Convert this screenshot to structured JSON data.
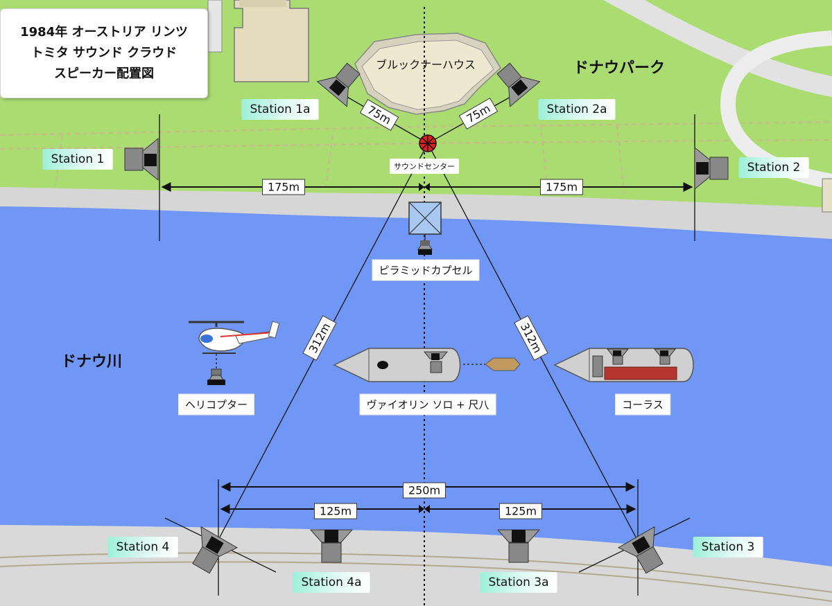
{
  "title": {
    "line1": "1984年 オーストリア リンツ",
    "line2": "トミタ サウンド クラウド",
    "line3": "スピーカー配置図"
  },
  "places": {
    "hall": "ブルックナーハウス",
    "park": "ドナウパーク",
    "river": "ドナウ川",
    "sound_center": "サウンドセンター",
    "pyramid": "ピラミッドカプセル",
    "helicopter": "ヘリコプター",
    "violin_boat": "ヴァイオリン ソロ + 尺八",
    "chorus": "コーラス"
  },
  "stations": {
    "s1": "Station 1",
    "s1a": "Station 1a",
    "s2": "Station 2",
    "s2a": "Station 2a",
    "s3": "Station 3",
    "s3a": "Station 3a",
    "s4": "Station 4",
    "s4a": "Station 4a"
  },
  "distances": {
    "center_to_1a": "75m",
    "center_to_2a": "75m",
    "center_to_1": "175m",
    "center_to_2": "175m",
    "center_to_4": "312m",
    "center_to_3": "312m",
    "station4_to_3": "250m",
    "center_to_4_bottom": "125m",
    "center_to_3_bottom": "125m"
  },
  "colors": {
    "river": "#7097f6",
    "grass": "#aadc72",
    "path": "#d9d9d9",
    "station_label": "#9ef0d8",
    "sound_center": "#e02020",
    "boat_deck": "#b5362f"
  }
}
